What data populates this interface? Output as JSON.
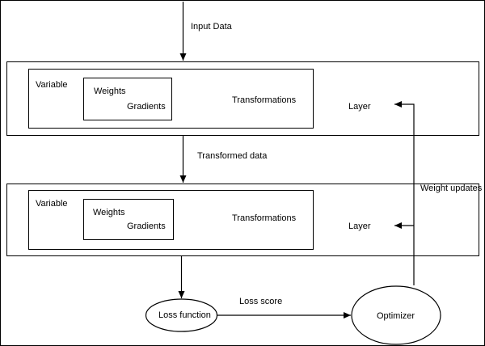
{
  "diagram": {
    "top_input_label": "Input Data",
    "between_layers_label": "Transformed data",
    "feedback_label": "Weight updates",
    "loss_score_label": "Loss score",
    "layers": [
      {
        "variable_label": "Variable",
        "weights_label": "Weights",
        "gradients_label": "Gradients",
        "transformations_label": "Transformations",
        "layer_label": "Layer"
      },
      {
        "variable_label": "Variable",
        "weights_label": "Weights",
        "gradients_label": "Gradients",
        "transformations_label": "Transformations",
        "layer_label": "Layer"
      }
    ],
    "loss_function_label": "Loss function",
    "optimizer_label": "Optimizer"
  }
}
